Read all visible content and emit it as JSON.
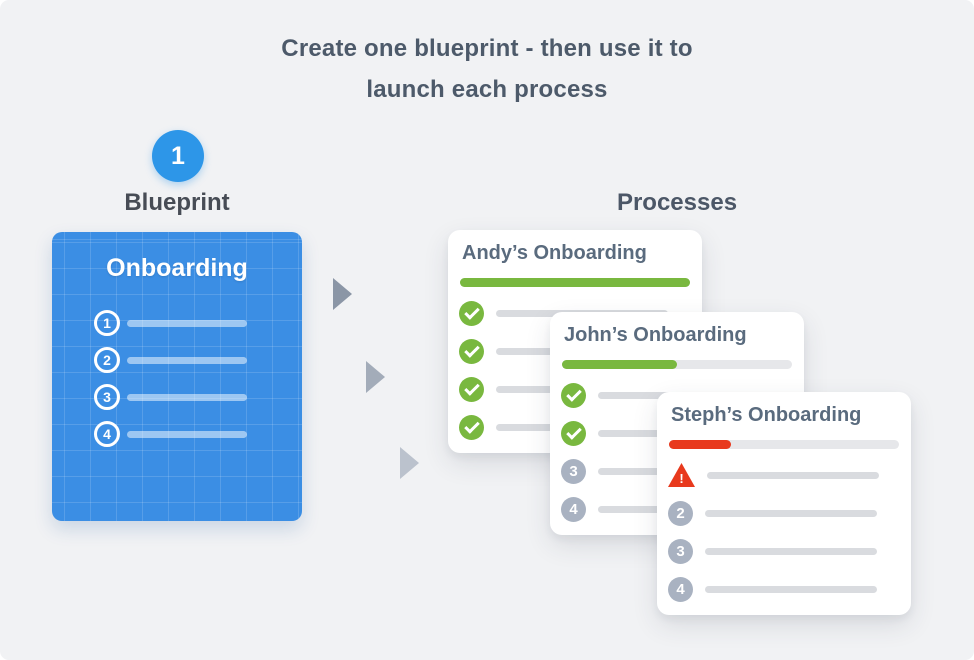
{
  "title": {
    "line1": "Create one blueprint - then use it to",
    "line2": "launch each process"
  },
  "blueprint": {
    "step_number": "1",
    "label": "Blueprint",
    "card_title": "Onboarding",
    "items": [
      {
        "number": "1"
      },
      {
        "number": "2"
      },
      {
        "number": "3"
      },
      {
        "number": "4"
      }
    ]
  },
  "processes": {
    "label": "Processes",
    "cards": [
      {
        "title": "Andy’s Onboarding",
        "progress_percent": 100,
        "progress_color": "#79b83f",
        "items": [
          {
            "icon": "check-icon"
          },
          {
            "icon": "check-icon"
          },
          {
            "icon": "check-icon"
          },
          {
            "icon": "check-icon"
          }
        ]
      },
      {
        "title": "John’s Onboarding",
        "progress_percent": 50,
        "progress_color": "#79b83f",
        "items": [
          {
            "icon": "check-icon"
          },
          {
            "icon": "check-icon"
          },
          {
            "icon": "number-badge",
            "number": "3"
          },
          {
            "icon": "number-badge",
            "number": "4"
          }
        ]
      },
      {
        "title": "Steph’s Onboarding",
        "progress_percent": 27,
        "progress_color": "#e8391d",
        "items": [
          {
            "icon": "warning-icon"
          },
          {
            "icon": "number-badge",
            "number": "2"
          },
          {
            "icon": "number-badge",
            "number": "3"
          },
          {
            "icon": "number-badge",
            "number": "4"
          }
        ]
      }
    ]
  },
  "colors": {
    "page_bg": "#f1f2f4",
    "heading_text": "#4d5a6a",
    "accent_blue": "#2d96e8",
    "blueprint_blue": "#3b8ee4",
    "green": "#79b83f",
    "red": "#e8391d",
    "gray_badge": "#a9b2c1",
    "line_gray": "#d9dbdf",
    "track_gray": "#e6e7ea",
    "arrow_grays": [
      "#8b96a6",
      "#a3acb9",
      "#bbc2cd"
    ]
  }
}
